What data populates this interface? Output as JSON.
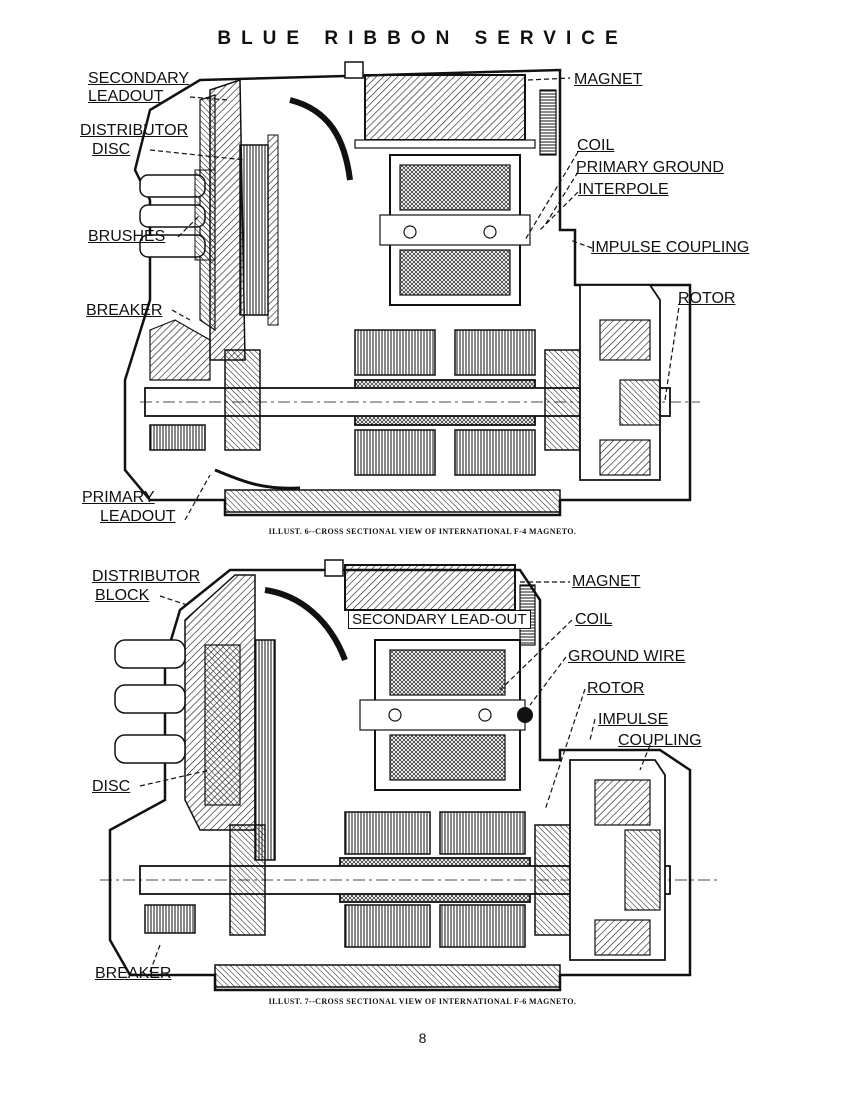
{
  "page": {
    "header": "BLUE RIBBON SERVICE",
    "page_number": "8"
  },
  "figure1": {
    "caption": "ILLUST. 6--CROSS SECTIONAL VIEW OF INTERNATIONAL F-4 MAGNETO.",
    "labels": {
      "secondary": "SECONDARY",
      "leadout": "LEADOUT",
      "distributor": "DISTRIBUTOR",
      "disc": "DISC",
      "brushes": "BRUSHES",
      "breaker": "BREAKER",
      "primary": "PRIMARY",
      "primary_leadout": "LEADOUT",
      "magnet": "MAGNET",
      "coil": "COIL",
      "primary_ground": "PRIMARY GROUND",
      "interpole": "INTERPOLE",
      "impulse_coupling": "IMPULSE COUPLING",
      "rotor": "ROTOR"
    }
  },
  "figure2": {
    "caption": "ILLUST. 7--CROSS SECTIONAL VIEW OF INTERNATIONAL F-6 MAGNETO.",
    "labels": {
      "distributor": "DISTRIBUTOR",
      "block": "BLOCK",
      "secondary_leadout": "SECONDARY LEAD-OUT",
      "magnet": "MAGNET",
      "coil": "COIL",
      "ground_wire": "GROUND WIRE",
      "rotor": "ROTOR",
      "impulse": "IMPULSE",
      "coupling": "COUPLING",
      "disc": "DISC",
      "breaker": "BREAKER"
    }
  }
}
